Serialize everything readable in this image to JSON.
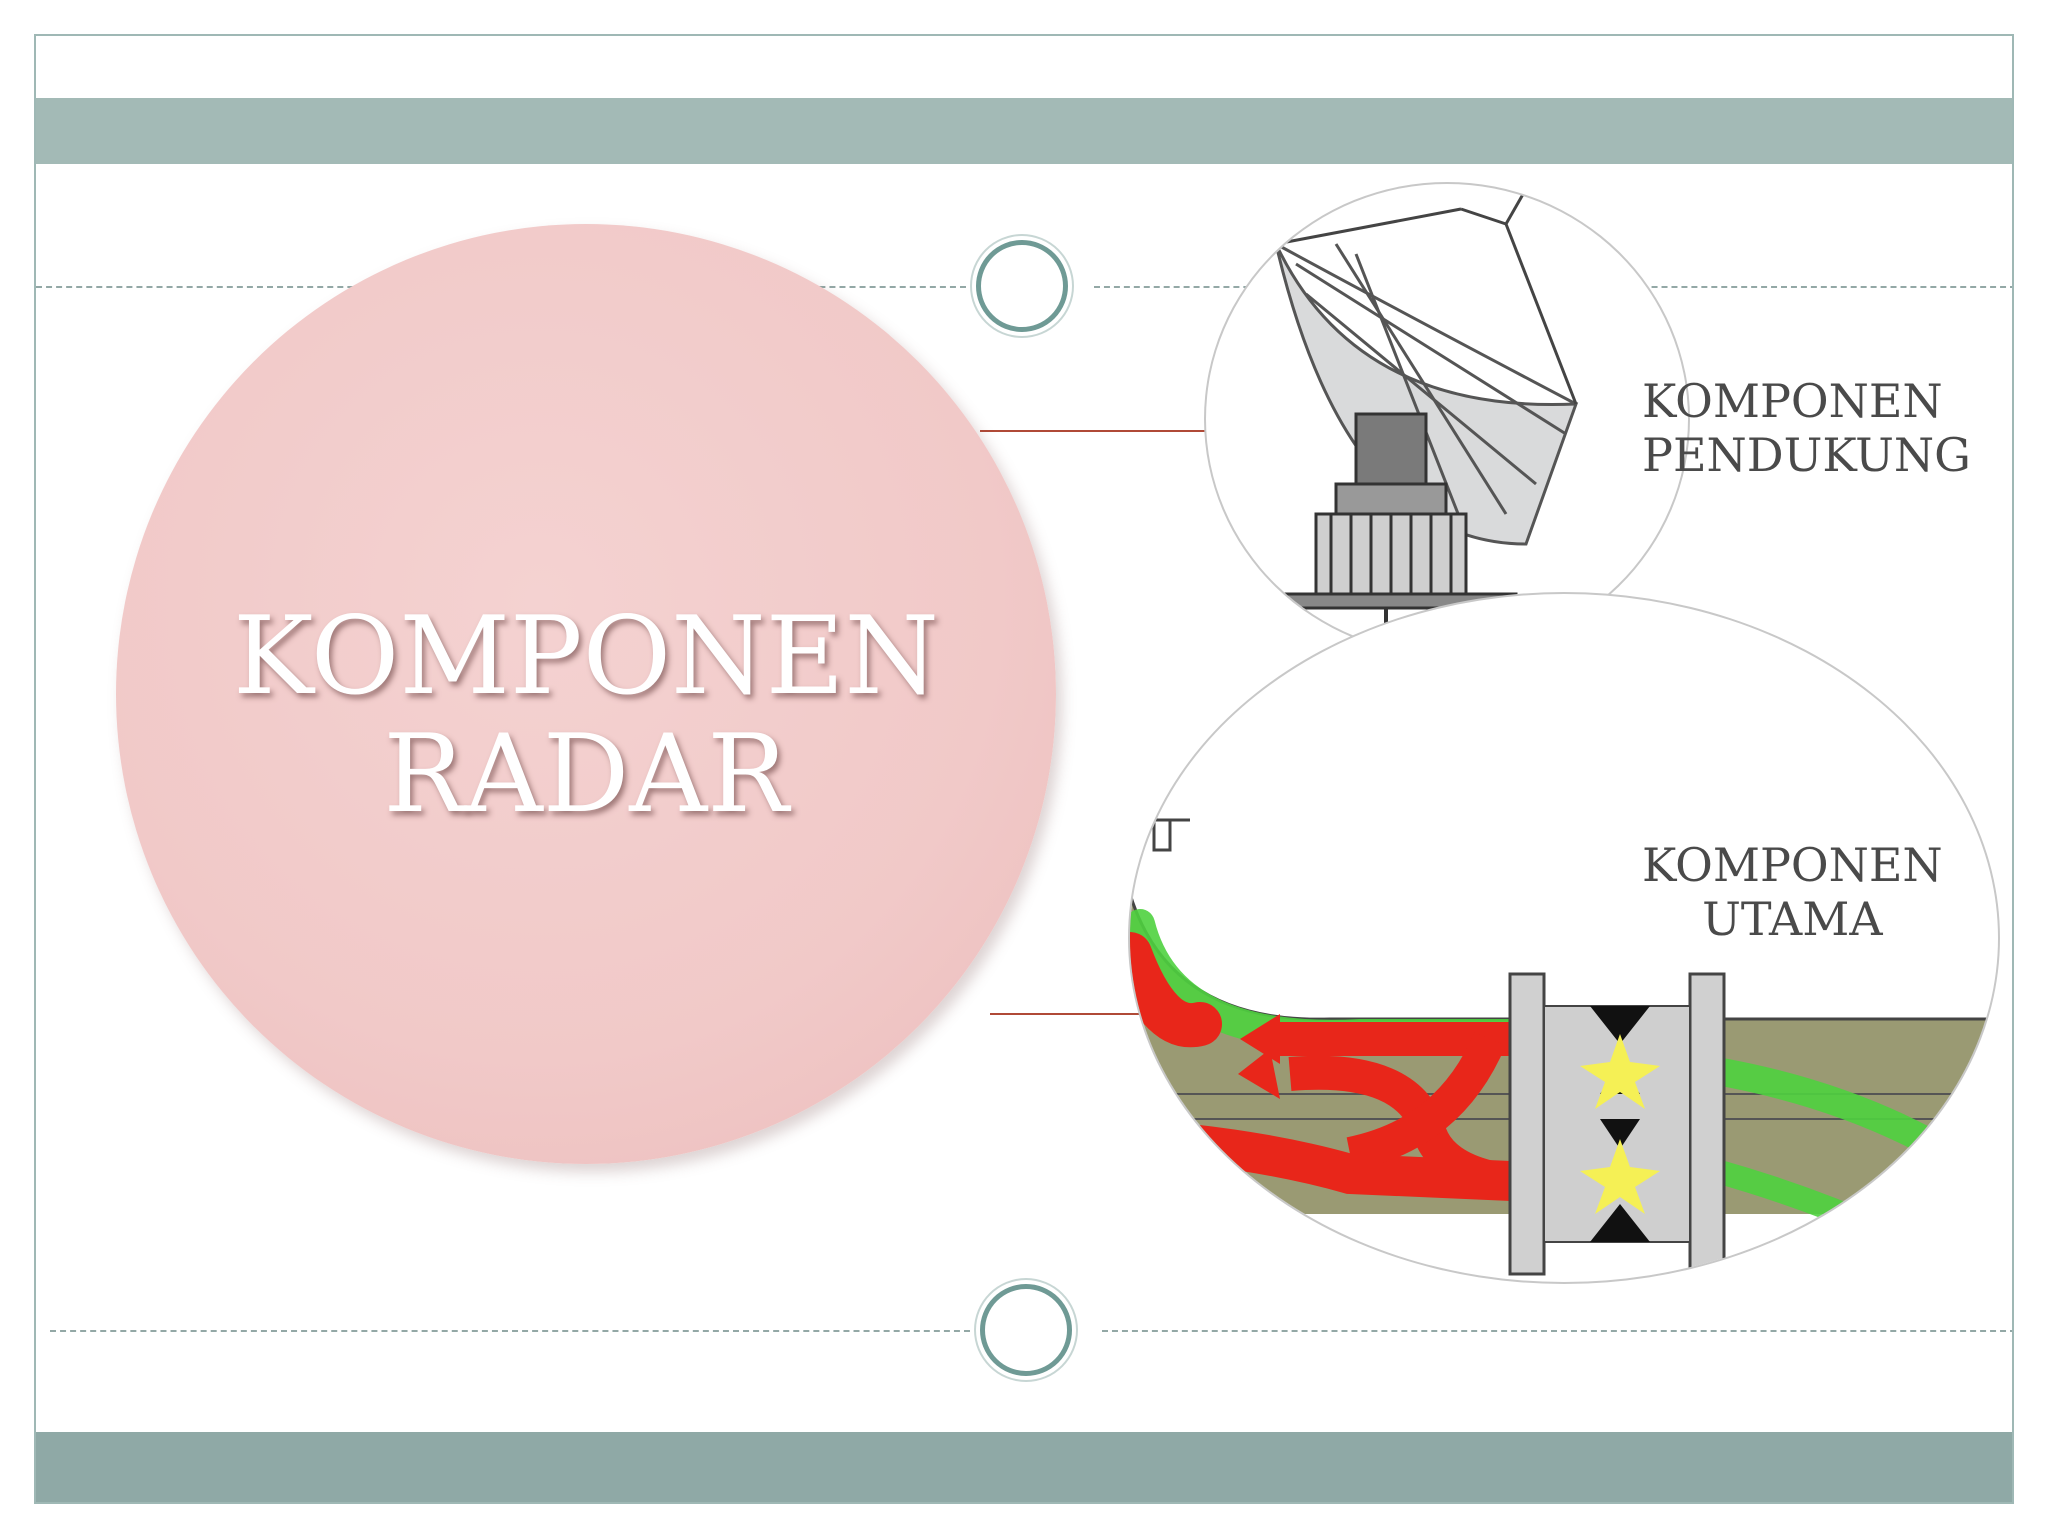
{
  "title": {
    "line1": "KOMPONEN",
    "line2": "RADAR"
  },
  "branches": [
    {
      "label_line1": "KOMPONEN",
      "label_line2": "PENDUKUNG",
      "image_icon": "radar-dish-icon"
    },
    {
      "label_line1": "KOMPONEN",
      "label_line2": "UTAMA",
      "image_icon": "waveguide-diagram-icon"
    }
  ],
  "colors": {
    "band": "#a3bab6",
    "big_circle": "#f2cac9",
    "connector": "#b04a37",
    "ring": "#6f9a95",
    "waveguide_body": "#9a9a73",
    "signal_red": "#e8261a",
    "signal_green": "#4fd23f"
  }
}
